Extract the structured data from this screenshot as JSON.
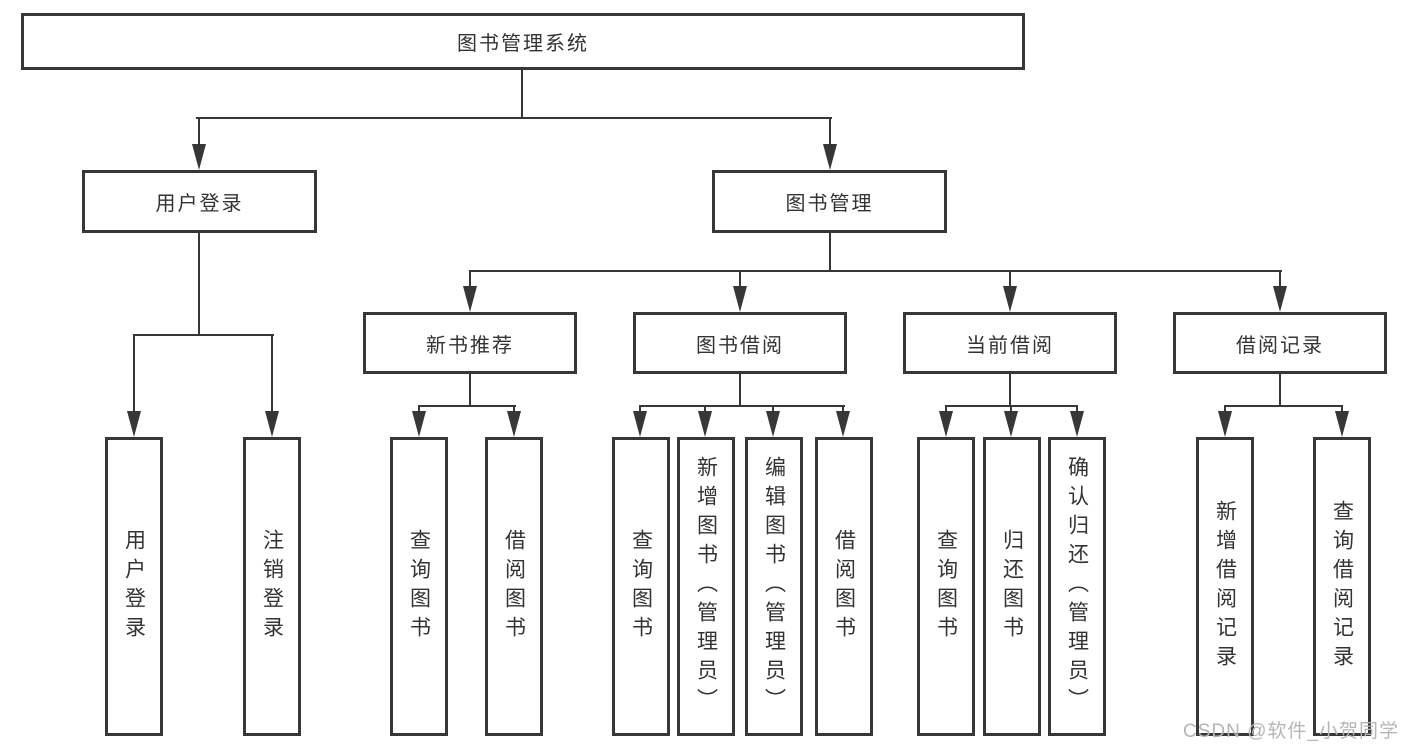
{
  "tree": {
    "root": {
      "label": "图书管理系统"
    },
    "branches": [
      {
        "label": "用户登录",
        "children": [
          {
            "label": "用户登录"
          },
          {
            "label": "注销登录"
          }
        ]
      },
      {
        "label": "图书管理",
        "children": [
          {
            "label": "新书推荐",
            "children": [
              {
                "label": "查询图书"
              },
              {
                "label": "借阅图书"
              }
            ]
          },
          {
            "label": "图书借阅",
            "children": [
              {
                "label": "查询图书"
              },
              {
                "label": "新增图书（管理员）"
              },
              {
                "label": "编辑图书（管理员）"
              },
              {
                "label": "借阅图书"
              }
            ]
          },
          {
            "label": "当前借阅",
            "children": [
              {
                "label": "查询图书"
              },
              {
                "label": "归还图书"
              },
              {
                "label": "确认归还（管理员）"
              }
            ]
          },
          {
            "label": "借阅记录",
            "children": [
              {
                "label": "新增借阅记录"
              },
              {
                "label": "查询借阅记录"
              }
            ]
          }
        ]
      }
    ]
  },
  "watermark": {
    "text": "CSDN @软件_小贺同学"
  },
  "colors": {
    "line": "#373737",
    "text": "#333333",
    "watermark": "#b5b5b5",
    "background": "#ffffff"
  }
}
